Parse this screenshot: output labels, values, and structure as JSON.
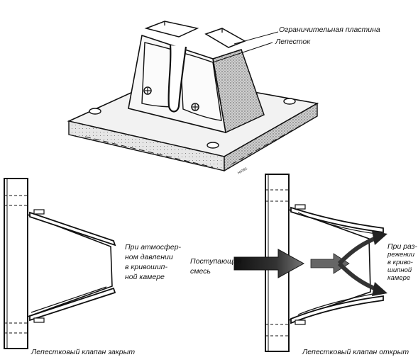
{
  "top_figure": {
    "label_plate": "Ограничительная пластина",
    "label_petal": "Лепесток",
    "code": "H4391"
  },
  "closed_figure": {
    "note": [
      "При атмосфер-",
      "ном давлении",
      "в кривошип-",
      "ной камере"
    ],
    "caption": "Лепестковый клапан закрыт"
  },
  "open_figure": {
    "flow": [
      "Поступающая",
      "смесь"
    ],
    "note": [
      "При раз-",
      "режении",
      "в криво-",
      "шипной",
      "камере"
    ],
    "caption": "Лепестковый клапан открыт"
  }
}
